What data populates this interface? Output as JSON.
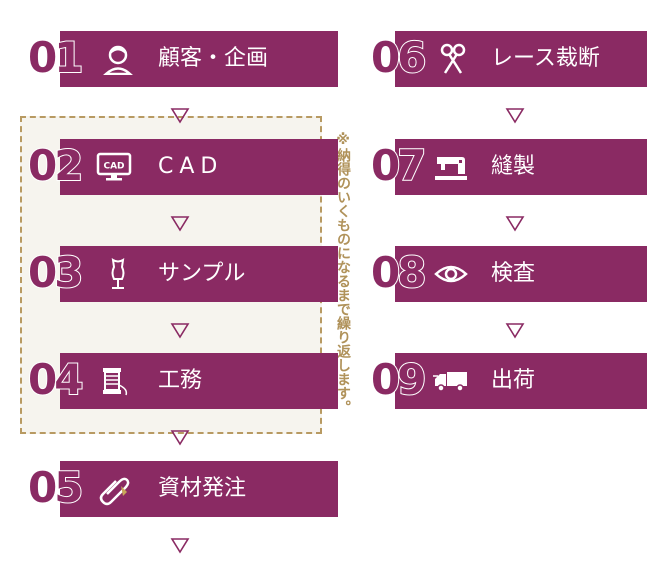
{
  "loop_note": "※納得のいくものになるまで繰り返します。",
  "colors": {
    "bar": "#8a2a63",
    "note": "#b0925a",
    "loop_border": "#b89a62",
    "loop_bg": "#f6f4ee"
  },
  "steps": [
    {
      "number": "01",
      "label": "顧客・企画",
      "icon": "customer-icon"
    },
    {
      "number": "02",
      "label": "CAD",
      "icon": "cad-monitor-icon"
    },
    {
      "number": "03",
      "label": "サンプル",
      "icon": "dress-form-icon"
    },
    {
      "number": "04",
      "label": "工務",
      "icon": "thread-spool-icon"
    },
    {
      "number": "05",
      "label": "資材発注",
      "icon": "paperclip-icon"
    },
    {
      "number": "06",
      "label": "レース裁断",
      "icon": "scissors-icon"
    },
    {
      "number": "07",
      "label": "縫製",
      "icon": "sewing-machine-icon"
    },
    {
      "number": "08",
      "label": "検査",
      "icon": "eye-icon"
    },
    {
      "number": "09",
      "label": "出荷",
      "icon": "truck-icon"
    }
  ]
}
